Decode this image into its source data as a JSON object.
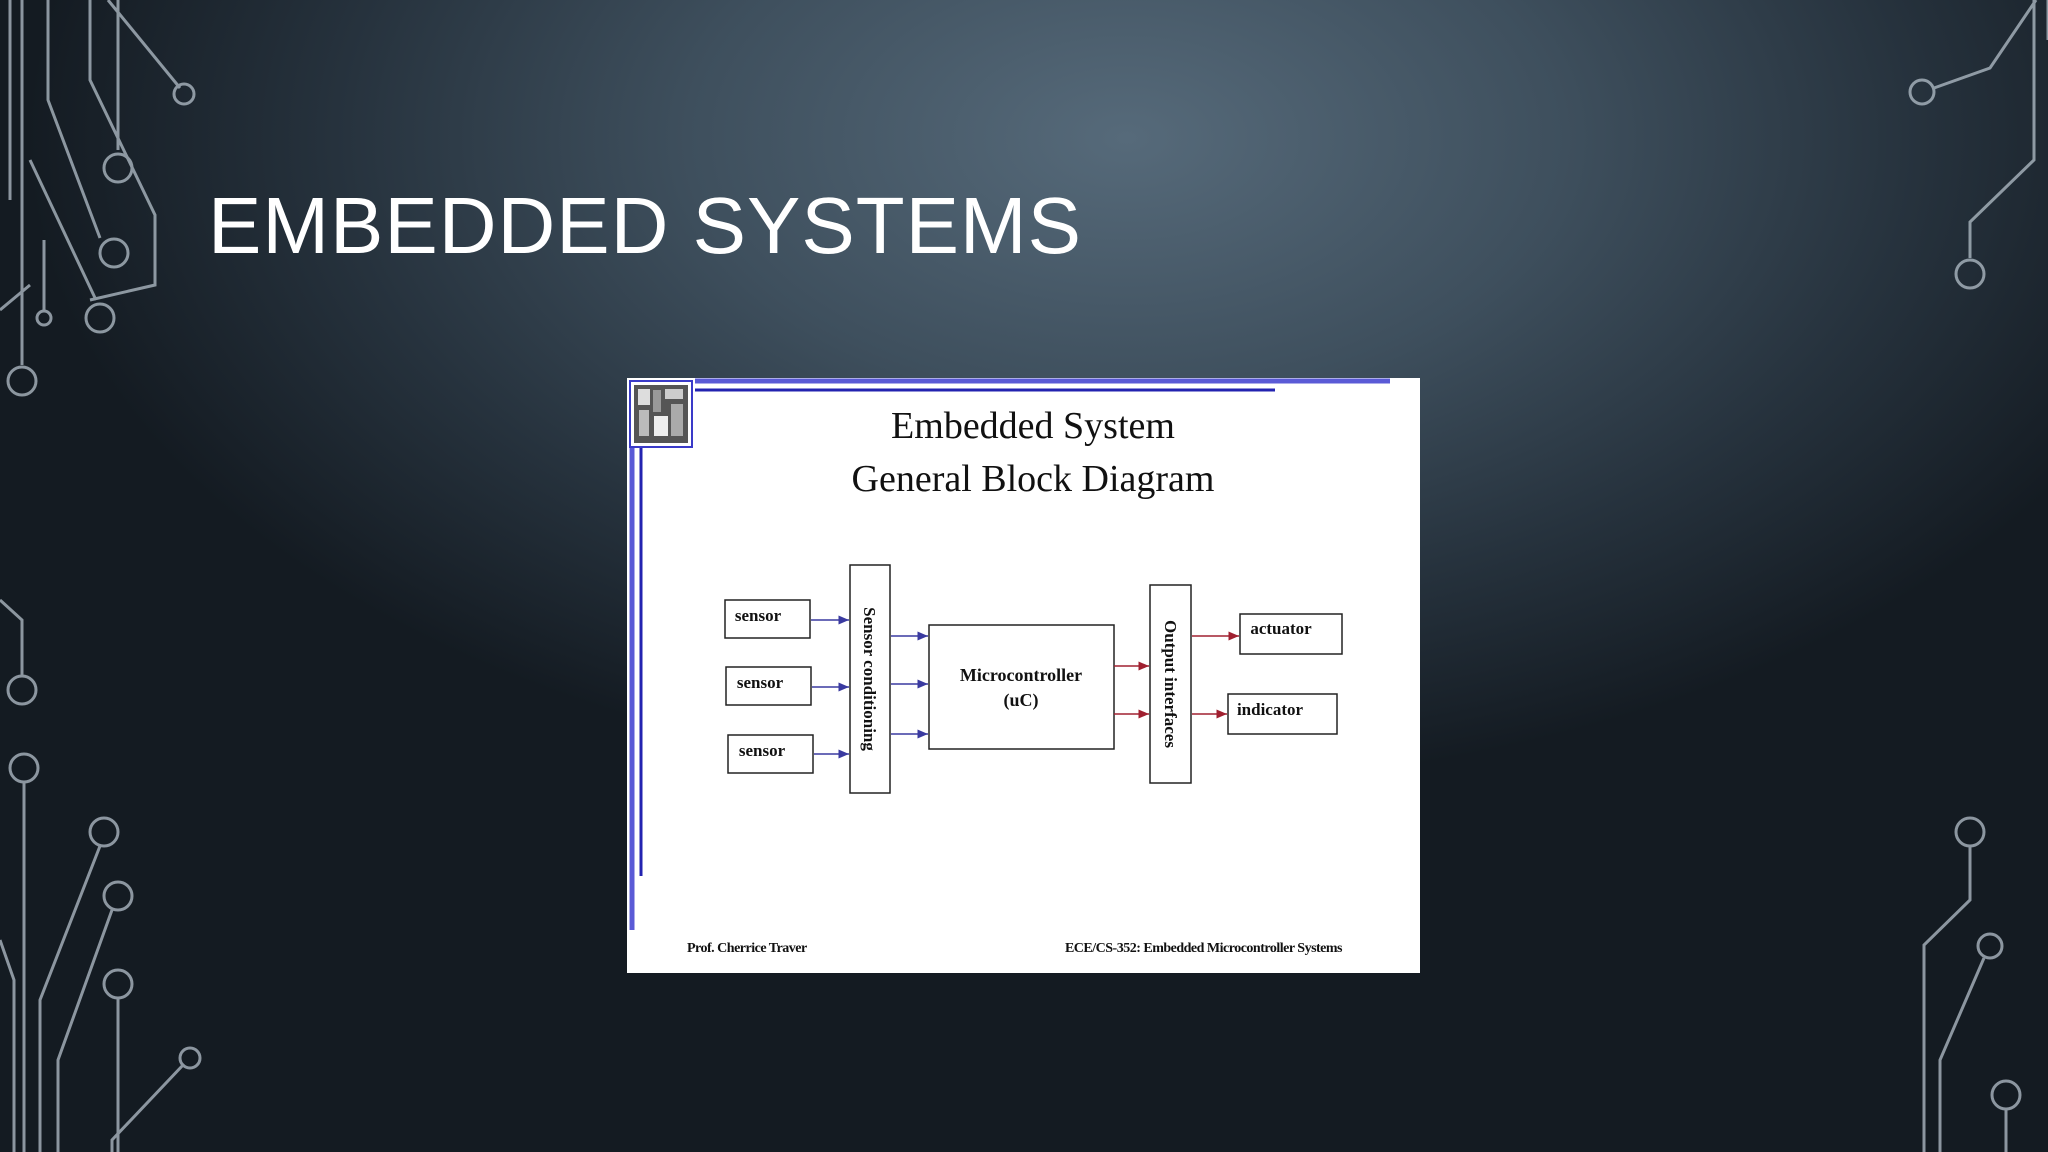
{
  "slide": {
    "title": "EMBEDDED SYSTEMS"
  },
  "figure": {
    "title_line1": "Embedded System",
    "title_line2": "General Block Diagram",
    "sensors": [
      "sensor",
      "sensor",
      "sensor"
    ],
    "conditioning_label": "Sensor conditioning",
    "microcontroller_line1": "Microcontroller",
    "microcontroller_line2": "(uC)",
    "output_label": "Output interfaces",
    "outputs": [
      "actuator",
      "indicator"
    ],
    "footer_left": "Prof. Cherrice Traver",
    "footer_right": "ECE/CS-352: Embedded Microcontroller Systems"
  },
  "colors": {
    "background_center": "#566a7a",
    "background_edge": "#141b22",
    "circuit_lines": "#b4c0ca",
    "frame_blue": "#3a3ac8",
    "arrow_blue": "#3a3aa0",
    "arrow_red": "#a02030"
  }
}
